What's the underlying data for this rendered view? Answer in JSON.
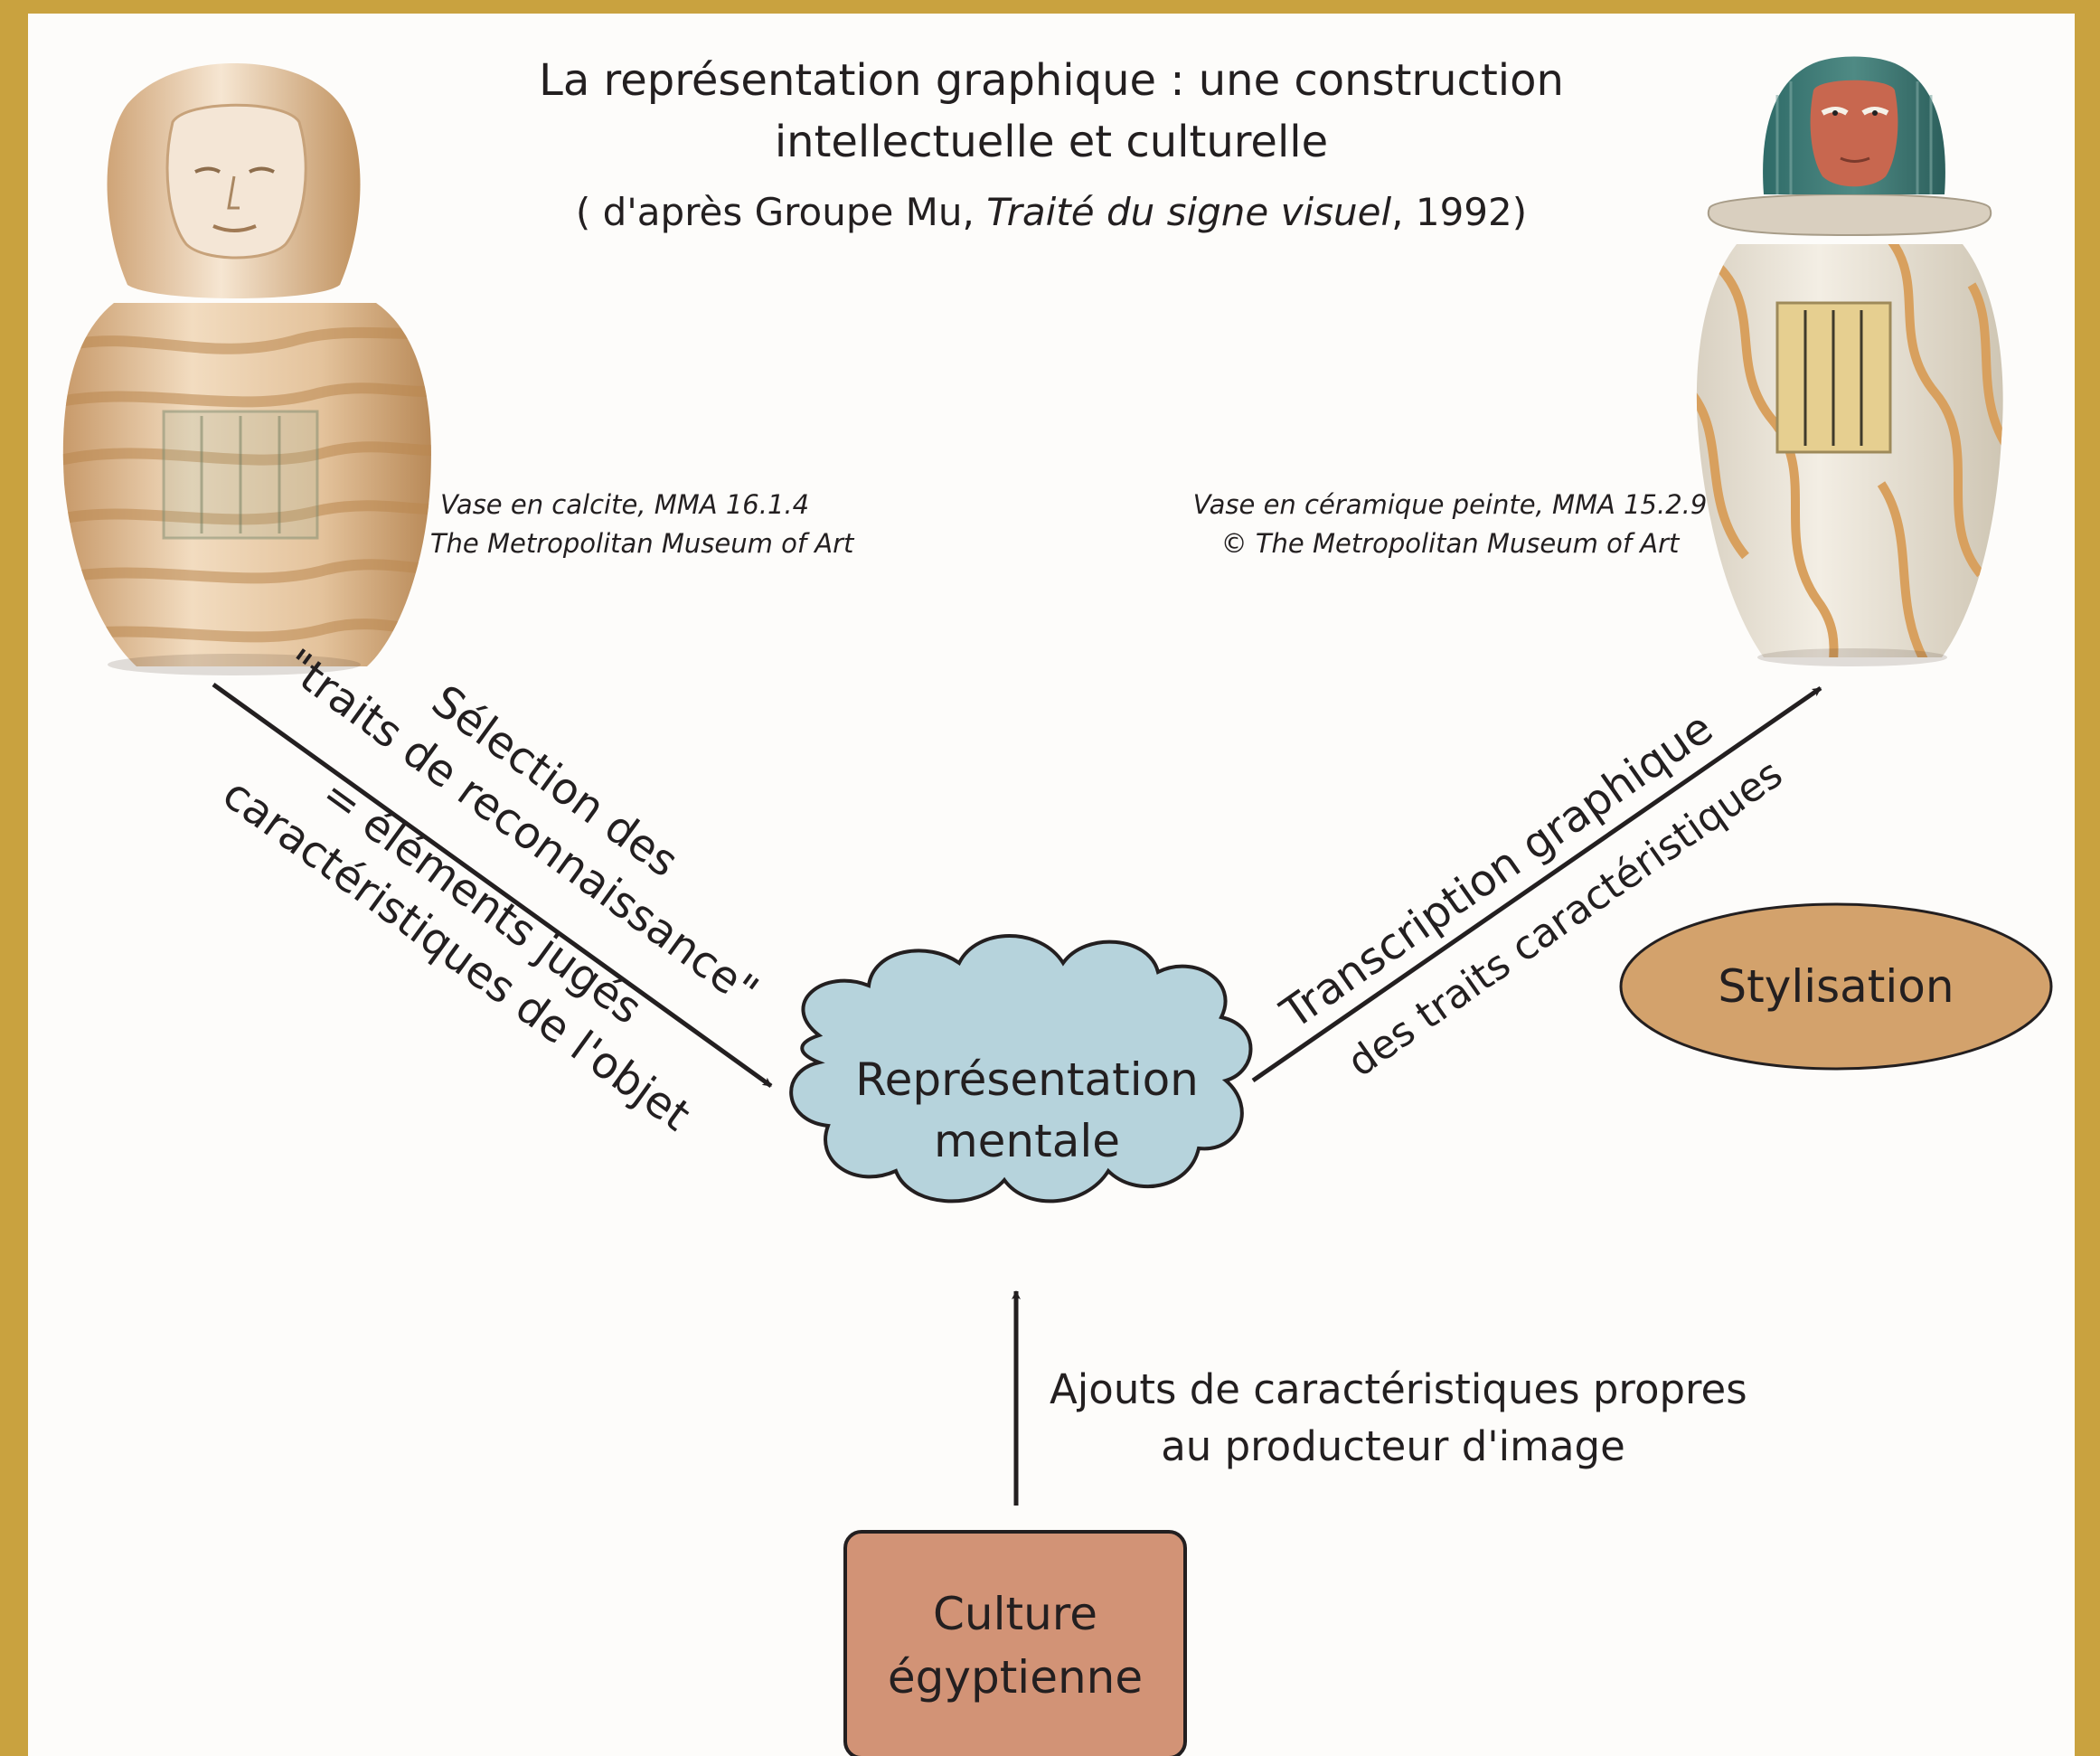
{
  "title": {
    "line1": "La représentation graphique :  une construction",
    "line2": "intellectuelle et culturelle"
  },
  "subtitle": {
    "prefix": "( d'après Groupe Mu, ",
    "book": "Traité du signe visuel",
    "suffix": ", 1992)"
  },
  "left_vase": {
    "caption_line1": "Vase en calcite, MMA 16.1.4",
    "caption_line2": "© The Metropolitan Museum of Art"
  },
  "right_vase": {
    "caption_line1": "Vase en céramique peinte, MMA 15.2.9",
    "caption_line2": "© The Metropolitan Museum of Art"
  },
  "left_arrow": {
    "label_line1": "Sélection des",
    "label_line2": "\"traits de reconnaissance\"",
    "sub_line1": "= éléments jugés",
    "sub_line2": "caractéristiques de l'objet"
  },
  "right_arrow": {
    "label": "Transcription graphique",
    "sub": "des traits caractéristiques"
  },
  "cloud": {
    "line1": "Représentation",
    "line2": "mentale",
    "color": "#b6d3dc"
  },
  "stylisation": {
    "label": "Stylisation",
    "color": "#d3a26c"
  },
  "up_arrow": {
    "label_line1": "Ajouts de caractéristiques propres",
    "label_line2": "au producteur d'image"
  },
  "culture_box": {
    "line1": "Culture",
    "line2": "égyptienne",
    "color": "#d29376"
  },
  "colors": {
    "border": "#c9a23f",
    "background": "#fdfcfa"
  }
}
